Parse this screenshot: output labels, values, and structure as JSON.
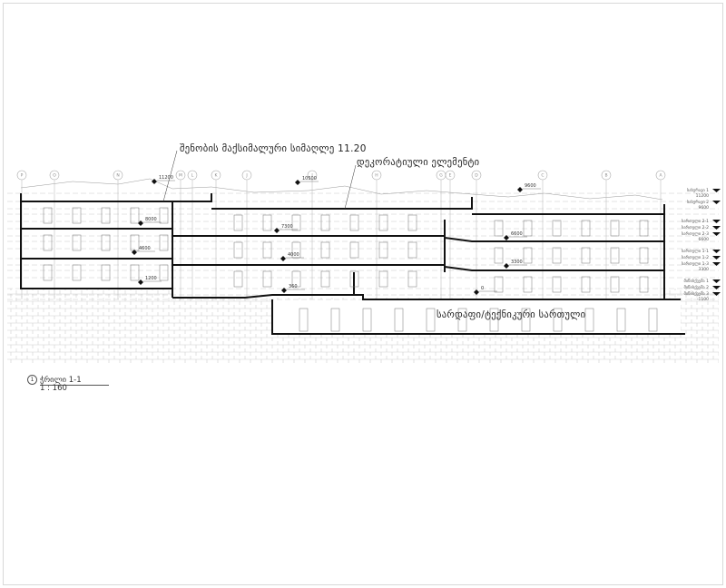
{
  "annotations": {
    "max_height": "შენობის მაქსიმალური სიმაღლე 11.20",
    "decorative_element": "დეკორატიული ელემენტი",
    "basement": "სარდაფი/ტექნიკური სართული"
  },
  "section_title": {
    "number": "1",
    "name": "ჭრილი 1-1",
    "scale": "1 : 160"
  },
  "grid_axes": [
    "P",
    "O",
    "N",
    "M",
    "L",
    "K",
    "J",
    "I",
    "H",
    "G",
    "E",
    "D",
    "C",
    "B",
    "A"
  ],
  "elevations": [
    "11200",
    "10500",
    "9600",
    "8000",
    "7300",
    "6600",
    "4600",
    "4000",
    "3300",
    "1200",
    "360",
    "0"
  ],
  "level_labels": [
    {
      "name": "სახურავი 1",
      "value": "11200"
    },
    {
      "name": "სახურავი 2",
      "value": "9600"
    },
    {
      "name": "სართული 2-1",
      "value": ""
    },
    {
      "name": "სართული 2-2",
      "value": ""
    },
    {
      "name": "სართული 2-3",
      "value": "6600"
    },
    {
      "name": "სართული 1-1",
      "value": ""
    },
    {
      "name": "სართული 1-2",
      "value": ""
    },
    {
      "name": "სართული 1-3",
      "value": "3300"
    },
    {
      "name": "მიწისქვეშა 1",
      "value": ""
    },
    {
      "name": "მიწისქვეშა 2",
      "value": ""
    },
    {
      "name": "მიწისქვეშა 3",
      "value": "-1100"
    }
  ],
  "colors": {
    "line": "#111111",
    "thin": "#9a9a9a",
    "hatch": "#d6d6d6"
  }
}
